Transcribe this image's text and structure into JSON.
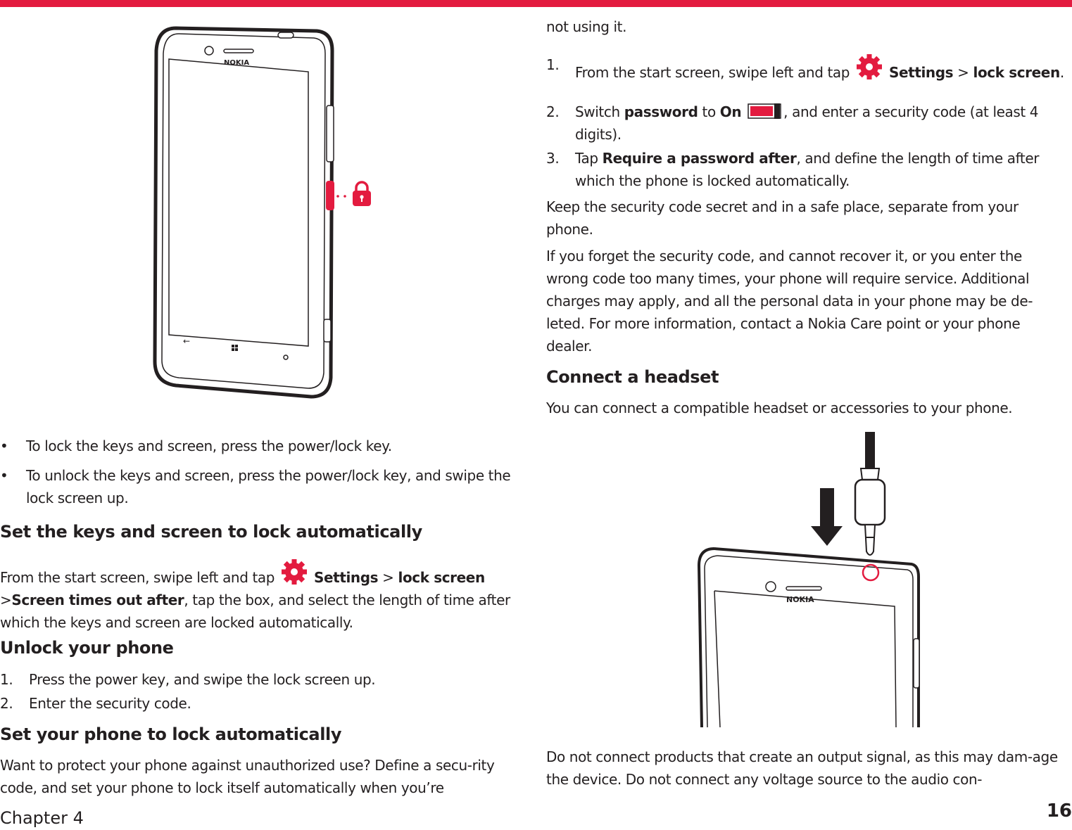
{
  "left": {
    "bullets": [
      "To lock the keys and screen, press the power/lock key.",
      "To unlock the keys and screen, press the power/lock key, and swipe the lock screen up."
    ],
    "bullet_marker": "•",
    "phone_brand": "NOKIA",
    "section1": {
      "heading": "Set the keys and screen to lock automatically",
      "p_start": "From the start screen, swipe left and tap",
      "settings": "Settings",
      "gt": ">",
      "lock_screen": "lock screen",
      "screen_times_out": "Screen times out after",
      "p_end": ", tap the box, and select the length of time after which the keys and screen are locked automatically."
    },
    "section2": {
      "heading": "Unlock your phone",
      "steps": [
        {
          "num": "1.",
          "text": "Press the power key, and swipe the lock screen up."
        },
        {
          "num": "2.",
          "text": "Enter the security code."
        }
      ]
    },
    "section3": {
      "heading": "Set your phone to lock automatically",
      "p": "Want to protect your phone against unauthorized use? Define a  secu-rity code, and set your phone to lock itself automatically when you’re"
    }
  },
  "right": {
    "continued": "not using it.",
    "steps": {
      "s1_num": "1.",
      "s1_start": "From the start screen, swipe left and tap",
      "s1_settings": "Settings",
      "s1_gt": ">",
      "s1_lock_screen": "lock screen",
      "s1_end": ".",
      "s2_num": "2.",
      "s2_start": "Switch",
      "s2_password": "password",
      "s2_to": "to",
      "s2_on": "On",
      "s2_end": ", and enter a security code (at least 4 digits).",
      "s3_num": "3.",
      "s3_start": "Tap",
      "s3_require": "Require a password after",
      "s3_end": ", and define the length of time after which the phone is locked automatically."
    },
    "para1": "Keep the security code secret and in a safe place, separate from your phone.",
    "para2": "If you forget the security code, and cannot recover it, or you enter the wrong code too many times, your phone will require service. Additional charges may apply, and all the personal data in your phone may be de-leted. For more information, contact a Nokia Care point or your phone dealer.",
    "heading": "Connect a headset",
    "para3": "You can connect a compatible headset or accessories to your phone.",
    "phone_brand": "NOKIA",
    "para4": "Do not connect products that create an output signal, as this may dam-age the device. Do not connect any voltage source to the audio con-"
  },
  "footer": {
    "chapter": "Chapter 4",
    "page": "16"
  },
  "colors": {
    "accent": "#e31b3f",
    "text": "#231f20"
  },
  "icons": [
    "gear-icon",
    "lock-icon",
    "toggle-on-icon",
    "back-icon",
    "windows-icon",
    "search-icon"
  ]
}
